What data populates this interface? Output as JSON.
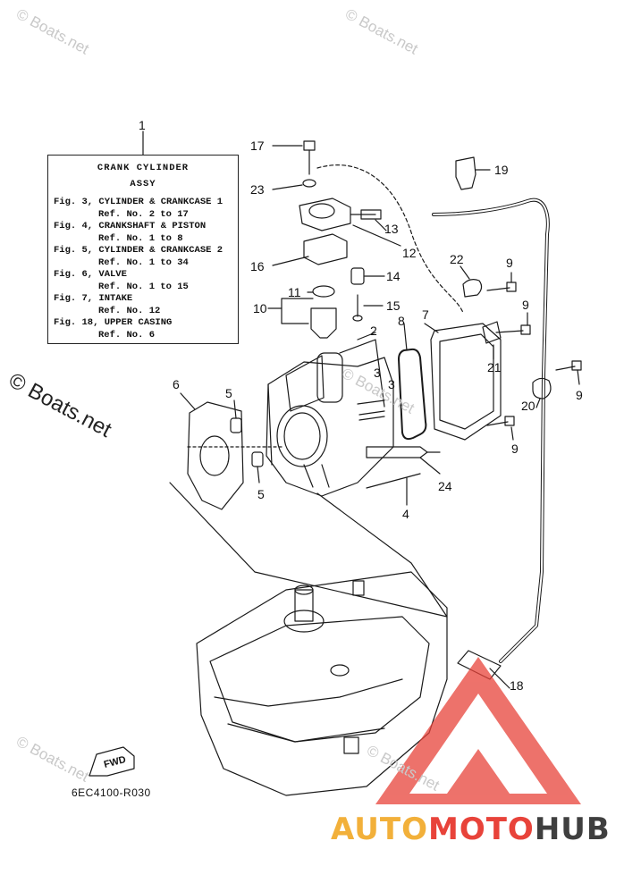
{
  "watermarks": {
    "small": "© Boats.net",
    "large": "© Boats.net"
  },
  "assy_box": {
    "callout": "1",
    "heading_1": "CRANK CYLINDER",
    "heading_2": "ASSY",
    "rows": [
      {
        "fig": "Fig. 3, CYLINDER & CRANKCASE 1",
        "ref": "Ref. No. 2 to 17"
      },
      {
        "fig": "Fig. 4, CRANKSHAFT & PISTON",
        "ref": "Ref. No. 1 to 8"
      },
      {
        "fig": "Fig. 5, CYLINDER & CRANKCASE 2",
        "ref": "Ref. No. 1 to 34"
      },
      {
        "fig": "Fig. 6, VALVE",
        "ref": "Ref. No. 1 to 15"
      },
      {
        "fig": "Fig. 7, INTAKE",
        "ref": "Ref. No. 12"
      },
      {
        "fig": "Fig. 18, UPPER CASING",
        "ref": "Ref. No. 6"
      }
    ]
  },
  "callouts": {
    "c17": "17",
    "c23": "23",
    "c19": "19",
    "c13": "13",
    "c12": "12",
    "c16": "16",
    "c14": "14",
    "c22": "22",
    "c9a": "9",
    "c11": "11",
    "c15": "15",
    "c10": "10",
    "c8": "8",
    "c7": "7",
    "c9b": "9",
    "c2": "2",
    "c21": "21",
    "c3a": "3",
    "c3b": "3",
    "c6": "6",
    "c5a": "5",
    "c9c": "9",
    "c20": "20",
    "c9d": "9",
    "c5b": "5",
    "c24": "24",
    "c4": "4",
    "c18": "18"
  },
  "fwd_label": "FWD",
  "drawing_code": "6EC4100-R030",
  "logo": {
    "part1": "AUTO",
    "part2": "MOTO",
    "part3": "HUB",
    "colors": {
      "yellow": "#f2b03a",
      "red": "#e8433a",
      "dark": "#3f3f3f"
    }
  }
}
